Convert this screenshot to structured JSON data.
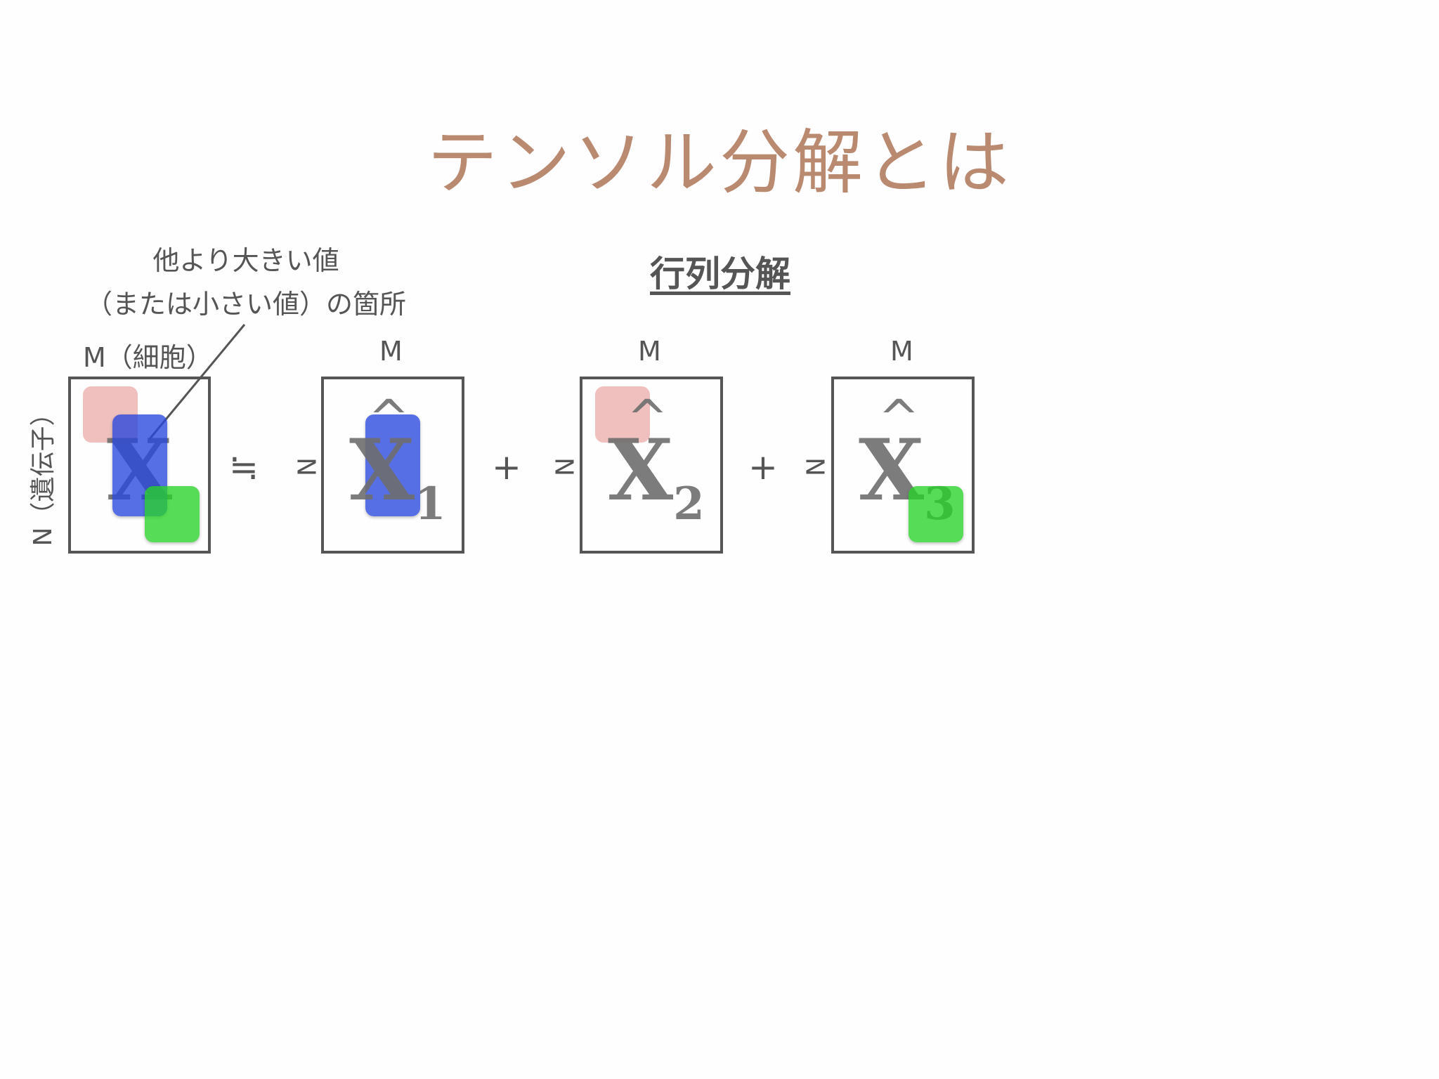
{
  "title": "テンソル分解とは",
  "subtitle": "行列分解",
  "callout": {
    "line1": "他より大きい値",
    "line2": "（または小さい値）の箇所"
  },
  "labels": {
    "m_cells": "M（細胞）",
    "n_genes": "N（遺伝子）",
    "m": "M",
    "n": "N"
  },
  "operators": {
    "approx": "≒",
    "plus": "+"
  },
  "symbols": {
    "x": "X",
    "hat": "^",
    "sub1": "1",
    "sub2": "2",
    "sub3": "3"
  },
  "colors": {
    "title": "#b98a70",
    "text": "#555555",
    "pink_patch": "#e28c87",
    "blue_patch": "#2846dc",
    "green_patch": "#28d228"
  }
}
